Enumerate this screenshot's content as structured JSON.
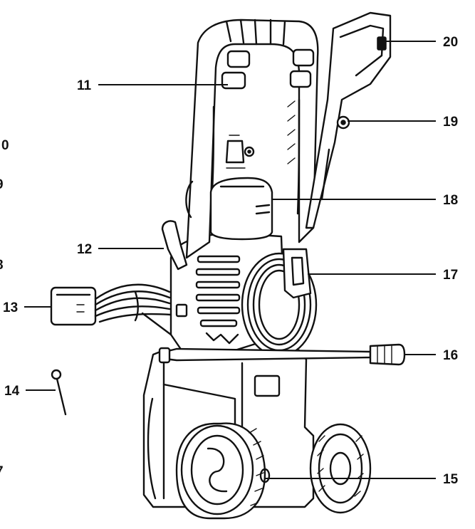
{
  "callouts": [
    {
      "id": "11",
      "label": "11"
    },
    {
      "id": "12",
      "label": "12"
    },
    {
      "id": "13",
      "label": "13"
    },
    {
      "id": "14",
      "label": "14"
    },
    {
      "id": "15",
      "label": "15"
    },
    {
      "id": "16",
      "label": "16"
    },
    {
      "id": "17",
      "label": "17"
    },
    {
      "id": "18",
      "label": "18"
    },
    {
      "id": "19",
      "label": "19"
    },
    {
      "id": "20",
      "label": "20"
    }
  ],
  "edge_fragments": [
    "0",
    "9",
    "8",
    "7"
  ],
  "colors": {
    "ink": "#111111",
    "paper": "#ffffff"
  }
}
